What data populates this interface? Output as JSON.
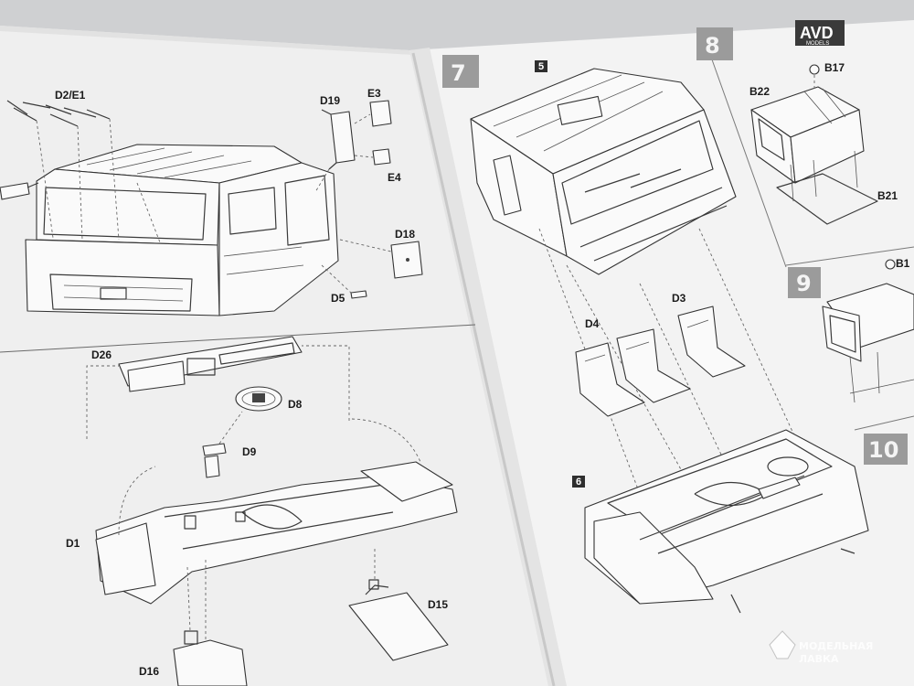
{
  "brand": {
    "logo_text": "AVD",
    "logo_sub": "MODELS"
  },
  "watermark": {
    "line1": "МОДЕЛЬНАЯ",
    "line2": "ЛАВКА"
  },
  "steps": {
    "s7": "7",
    "s8": "8",
    "s9": "9",
    "s10": "10"
  },
  "sub_steps": {
    "s5": "5",
    "s6": "6"
  },
  "left_page": {
    "labels": {
      "d2e1": "D2/E1",
      "d19": "D19",
      "e3": "E3",
      "e4": "E4",
      "d18": "D18",
      "d5": "D5",
      "d26": "D26",
      "d8": "D8",
      "d9": "D9",
      "d1": "D1",
      "d15": "D15",
      "d16": "D16"
    }
  },
  "right_page": {
    "labels": {
      "d4": "D4",
      "d3": "D3",
      "b17": "B17",
      "b22": "B22",
      "b21": "B21",
      "b1": "B1"
    }
  }
}
